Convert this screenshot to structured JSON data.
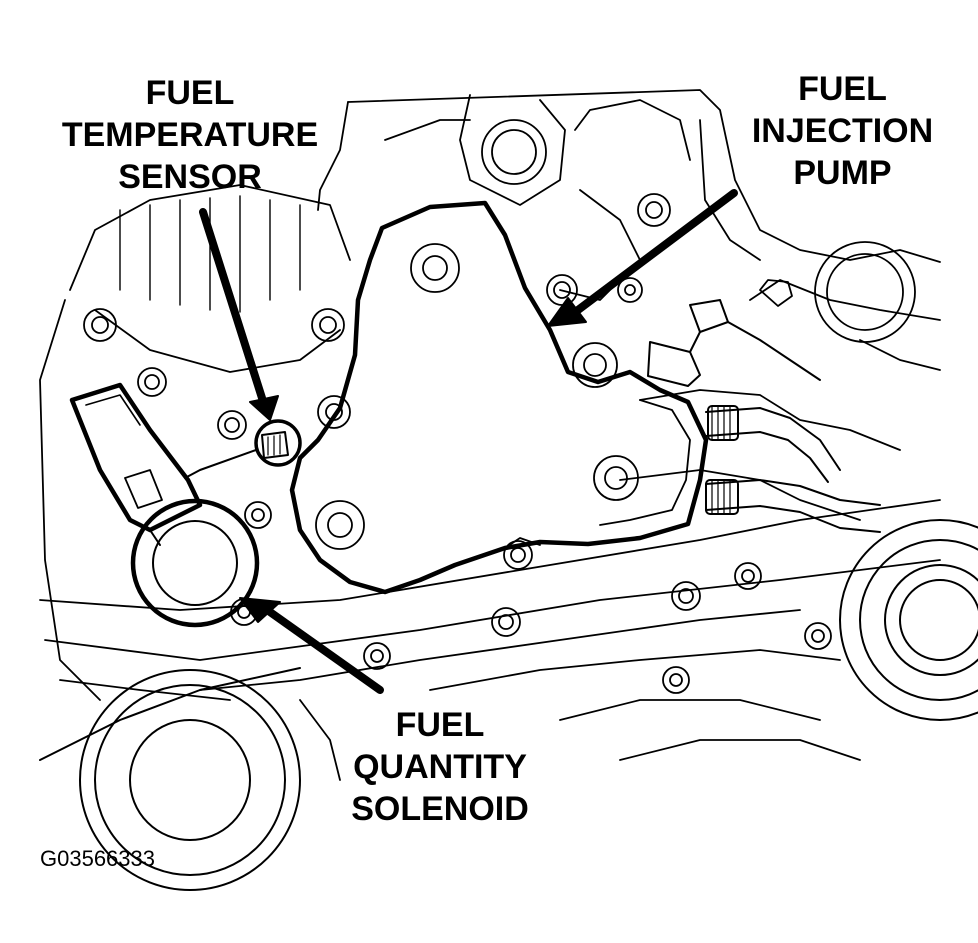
{
  "callouts": {
    "fuel_temperature_sensor": [
      "FUEL",
      "TEMPERATURE",
      "SENSOR"
    ],
    "fuel_injection_pump": [
      "FUEL",
      "INJECTION",
      "PUMP"
    ],
    "fuel_quantity_solenoid": [
      "FUEL",
      "QUANTITY",
      "SOLENOID"
    ]
  },
  "figure_id": "G03566333"
}
